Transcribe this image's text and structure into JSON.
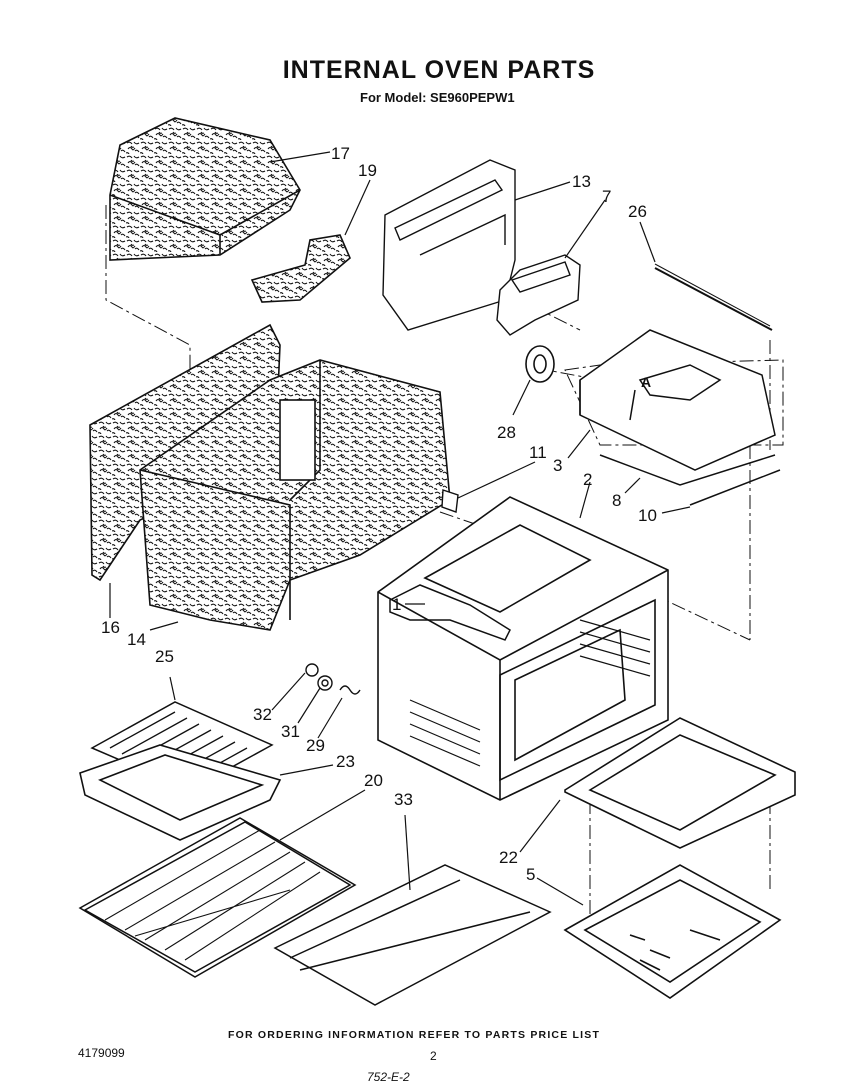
{
  "header": {
    "title": "INTERNAL OVEN PARTS",
    "subtitle": "For Model: SE960PEPW1"
  },
  "callouts": [
    "17",
    "19",
    "13",
    "7",
    "26",
    "28",
    "3",
    "8",
    "10",
    "11",
    "2",
    "16",
    "14",
    "1",
    "25",
    "32",
    "31",
    "29",
    "23",
    "20",
    "33",
    "22",
    "5"
  ],
  "inset_marker": "A",
  "footer": {
    "note": "FOR ORDERING INFORMATION REFER TO PARTS PRICE LIST",
    "doc_number": "4179099",
    "page_number": "2",
    "revision": "752-E-2"
  }
}
